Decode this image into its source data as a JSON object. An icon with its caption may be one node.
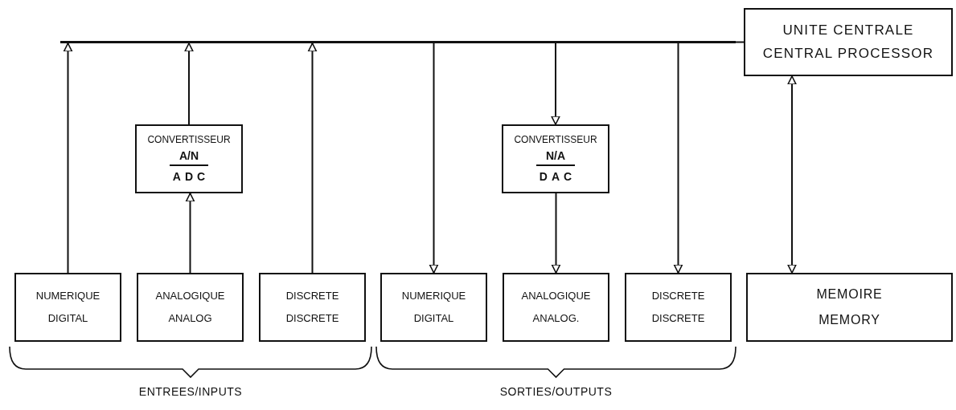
{
  "diagram": {
    "nodes": [
      {
        "text": [],
        "shape": "bar"
      },
      {
        "text": [
          "UNITE CENTRALE",
          "CENTRAL PROCESSOR"
        ]
      },
      {
        "text": [
          "CONVERTISSEUR",
          "A/N",
          "ADC"
        ]
      },
      {
        "text": [
          "CONVERTISSEUR",
          "N/A",
          "DAC"
        ]
      },
      {
        "text": [
          "NUMERIQUE",
          "DIGITAL"
        ]
      },
      {
        "text": [
          "ANALOGIQUE",
          "ANALOG"
        ]
      },
      {
        "text": [
          "DISCRETE",
          "DISCRETE"
        ]
      },
      {
        "text": [
          "NUMERIQUE",
          "DIGITAL"
        ]
      },
      {
        "text": [
          "ANALOGIQUE",
          "ANALOG."
        ]
      },
      {
        "text": [
          "DISCRETE",
          "DISCRETE"
        ]
      },
      {
        "text": [
          "MEMOIRE",
          "MEMORY"
        ]
      }
    ],
    "edges": [
      {
        "from": 0,
        "to": 1,
        "arrow": "none"
      },
      {
        "from": 4,
        "to": 0,
        "arrow": "to"
      },
      {
        "from": 2,
        "to": 0,
        "arrow": "to"
      },
      {
        "from": 5,
        "to": 2,
        "arrow": "to"
      },
      {
        "from": 6,
        "to": 0,
        "arrow": "to"
      },
      {
        "from": 0,
        "to": 7,
        "arrow": "to"
      },
      {
        "from": 0,
        "to": 3,
        "arrow": "to"
      },
      {
        "from": 3,
        "to": 8,
        "arrow": "to"
      },
      {
        "from": 0,
        "to": 9,
        "arrow": "to"
      },
      {
        "from": 1,
        "to": 10,
        "arrow": "both"
      }
    ],
    "labels": [
      "ENTREES/INPUTS",
      "SORTIES/OUTPUTS"
    ]
  }
}
